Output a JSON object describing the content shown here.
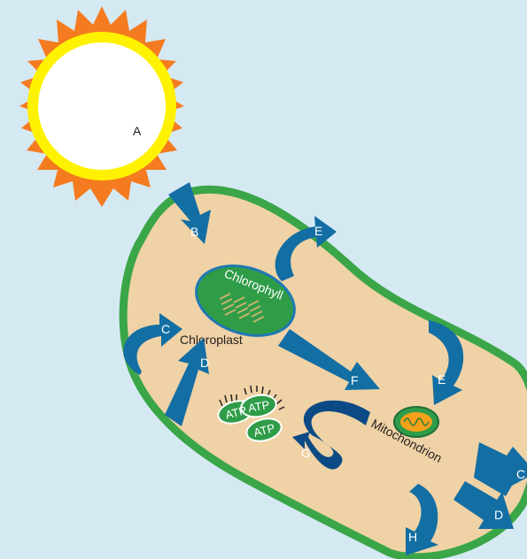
{
  "labels": {
    "A": "A",
    "B": "B",
    "C_left": "C",
    "C_right": "C",
    "D_left": "D",
    "D_right": "D",
    "E_top": "E",
    "E_right": "E",
    "F": "F",
    "G": "G",
    "H": "H"
  },
  "organelles": {
    "chloroplast": "Chloroplast",
    "chlorophyll": "Chlorophyll",
    "mitochondrion": "Mitochondrion"
  },
  "atp": [
    "ATP",
    "ATP",
    "ATP"
  ],
  "colors": {
    "background": "#d5e9f3",
    "sun_rays": "#f47b20",
    "sun_ring": "#fff200",
    "cell_wall": "#3aa648",
    "cytoplasm": "#efd2a5",
    "arrow": "#136ea4",
    "arrow_dark": "#0c4a86",
    "chloroplast": "#2f9c48",
    "mitochondrion_inner": "#f6a01a"
  }
}
